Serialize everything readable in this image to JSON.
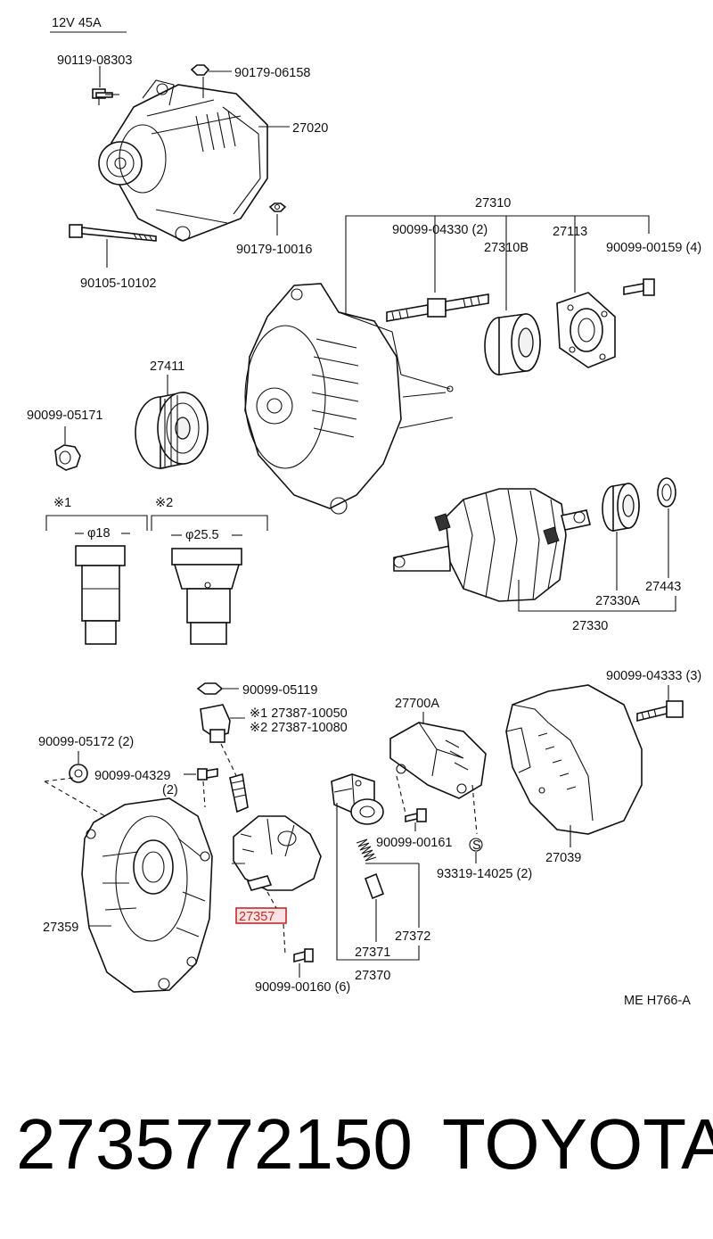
{
  "header": {
    "spec": "12V  45A"
  },
  "callouts": {
    "bolt_top": "90119-08303",
    "nut_top": "90179-06158",
    "alternator_assy": "27020",
    "nut_10016": "90179-10016",
    "bolt_long": "90105-10102",
    "frame_set": "27310",
    "stud_04330": "90099-04330 (2)",
    "bearing_27310b": "27310B",
    "retainer": "27113",
    "screw_00159": "90099-00159 (4)",
    "pulley": "27411",
    "nut_05171": "90099-05171",
    "rotor": "27330",
    "bearing_27330a": "27330A",
    "ring_27443": "27443",
    "nut_05119": "90099-05119",
    "terminal_10050": "※1 27387-10050",
    "terminal_10080": "※2 27387-10080",
    "bolts_04333": "90099-04333 (3)",
    "regulator": "27700A",
    "cover": "27039",
    "washer_05172": "90099-05172 (2)",
    "bolt_04329": "90099-04329",
    "bolt_04329_qty": "(2)",
    "screw_00161": "90099-00161",
    "spacer_14025": "93319-14025 (2)",
    "rectifier_highlight": "27357",
    "drive_frame": "27359",
    "brush": "27371",
    "spring": "27372",
    "brush_holder": "27370",
    "screw_00160": "90099-00160 (6)",
    "diagram_code": "ME H766-A",
    "spacer_symbol": "S"
  },
  "variants": {
    "v1_mark": "※1",
    "v1_dim": "φ18",
    "v2_mark": "※2",
    "v2_dim": "φ25.5"
  },
  "footer": {
    "part_number": "2735772150",
    "brand": "TOYOTA"
  },
  "colors": {
    "highlight": "#c62828",
    "line": "#111111",
    "background": "#ffffff"
  }
}
